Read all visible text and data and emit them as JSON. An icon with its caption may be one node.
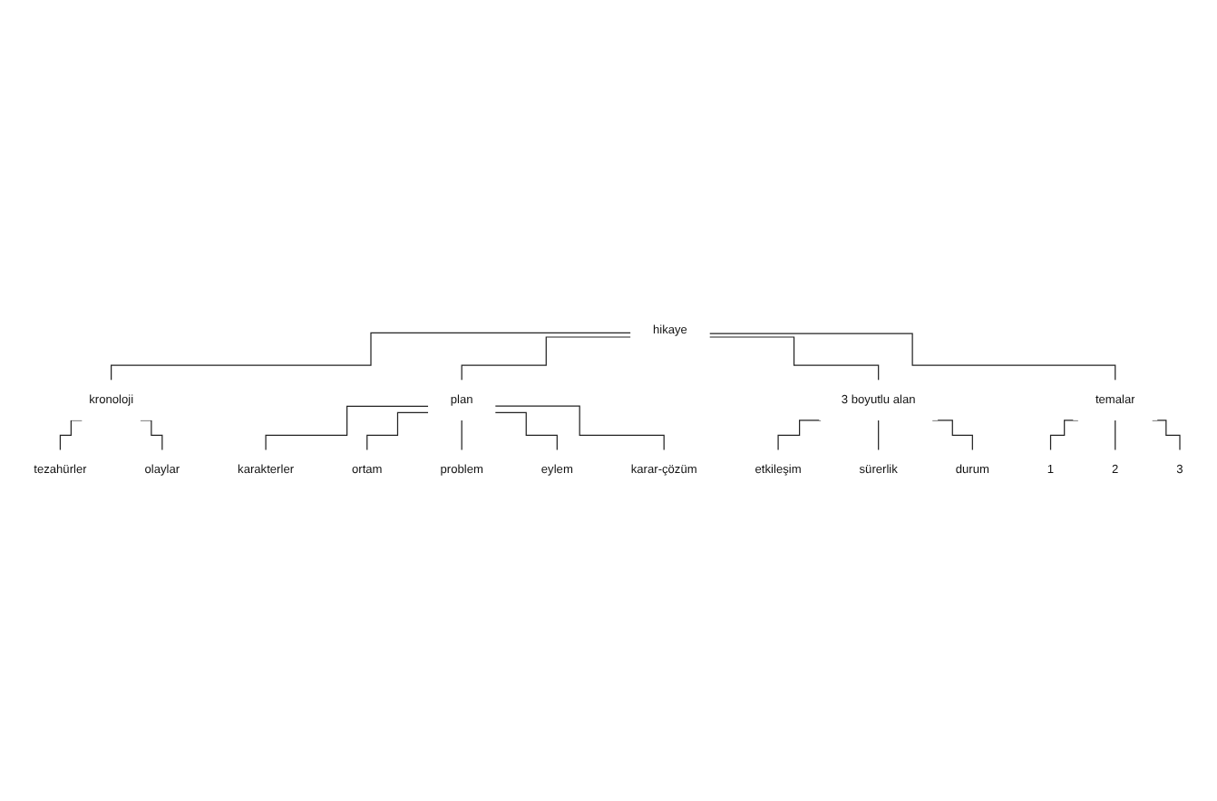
{
  "diagram": {
    "nodes": [
      {
        "text": [
          "hikaye"
        ]
      },
      {
        "text": [
          "kronoloji"
        ]
      },
      {
        "text": [
          "plan"
        ]
      },
      {
        "text": [
          "3 boyutlu alan"
        ]
      },
      {
        "text": [
          "temalar"
        ]
      },
      {
        "text": [
          "tezahürler"
        ]
      },
      {
        "text": [
          "olaylar"
        ]
      },
      {
        "text": [
          "1"
        ]
      },
      {
        "text": [
          "2"
        ]
      },
      {
        "text": [
          "3"
        ]
      },
      {
        "text": [
          "etkileşim"
        ]
      },
      {
        "text": [
          "sürerlik"
        ]
      },
      {
        "text": [
          "durum"
        ]
      },
      {
        "text": [
          "karakterler"
        ]
      },
      {
        "text": [
          "ortam"
        ]
      },
      {
        "text": [
          "problem"
        ]
      },
      {
        "text": [
          "eylem"
        ]
      },
      {
        "text": [
          "karar-çözüm"
        ]
      }
    ],
    "edges": [
      {
        "from": 0,
        "to": 1,
        "arrow": "none"
      },
      {
        "from": 0,
        "to": 2,
        "arrow": "none"
      },
      {
        "from": 0,
        "to": 3,
        "arrow": "none"
      },
      {
        "from": 0,
        "to": 4,
        "arrow": "none"
      },
      {
        "from": 1,
        "to": 5,
        "arrow": "none"
      },
      {
        "from": 1,
        "to": 6,
        "arrow": "none"
      },
      {
        "from": 4,
        "to": 7,
        "arrow": "none"
      },
      {
        "from": 4,
        "to": 8,
        "arrow": "none"
      },
      {
        "from": 4,
        "to": 9,
        "arrow": "none"
      },
      {
        "from": 3,
        "to": 10,
        "arrow": "none"
      },
      {
        "from": 3,
        "to": 11,
        "arrow": "none"
      },
      {
        "from": 3,
        "to": 12,
        "arrow": "none"
      },
      {
        "from": 2,
        "to": 13,
        "arrow": "none"
      },
      {
        "from": 2,
        "to": 14,
        "arrow": "none"
      },
      {
        "from": 2,
        "to": 15,
        "arrow": "none"
      },
      {
        "from": 2,
        "to": 16,
        "arrow": "none"
      },
      {
        "from": 2,
        "to": 17,
        "arrow": "none"
      }
    ]
  }
}
